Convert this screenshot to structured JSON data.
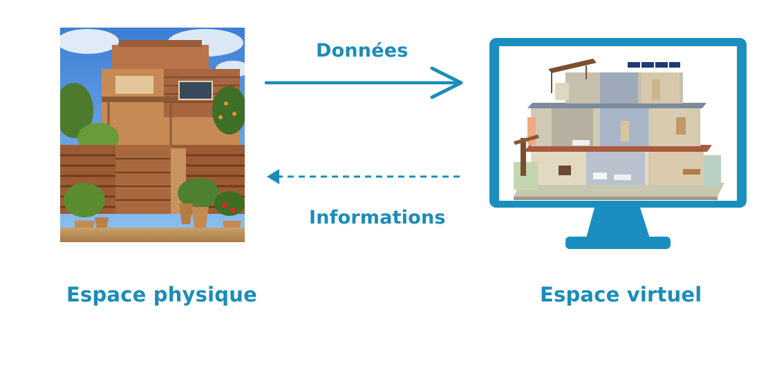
{
  "arrows": {
    "top_label": "Données",
    "bottom_label": "Informations",
    "color": "#1b8cba"
  },
  "panels": {
    "physical": {
      "caption": "Espace physique",
      "image": "house-photo"
    },
    "virtual": {
      "caption": "Espace virtuel",
      "image": "house-3d-cutaway-model"
    }
  },
  "colors": {
    "accent": "#1b8cba",
    "monitor": "#1a8fbf",
    "background": "#ffffff"
  }
}
